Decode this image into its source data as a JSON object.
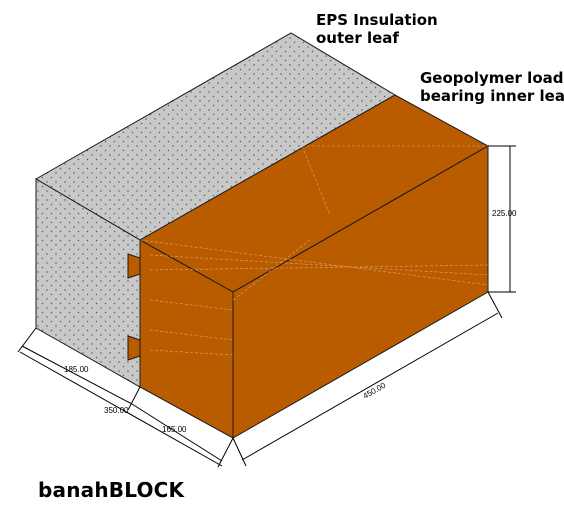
{
  "labels": {
    "eps": [
      "EPS Insulation",
      "outer leaf"
    ],
    "geo": [
      "Geopolymer load",
      "bearing inner leaf"
    ],
    "brand": "banahBLOCK"
  },
  "dimensions": {
    "height": "225.00",
    "length": "450.00",
    "total_width": "350.00",
    "eps_width": "185.00",
    "geo_width": "165.00"
  },
  "colors": {
    "geopolymer": "#b95c00",
    "eps": "#c8c8c8",
    "edge": "#1a1a1a"
  }
}
